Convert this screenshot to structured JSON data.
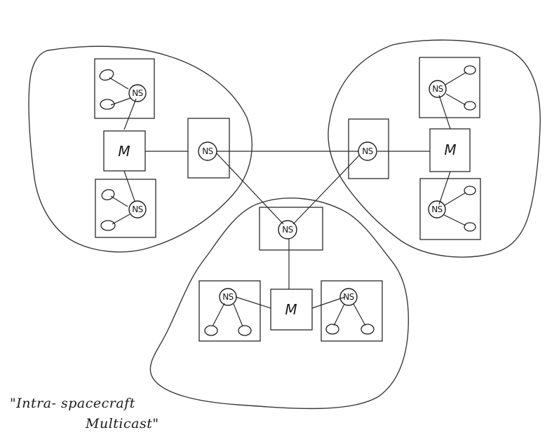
{
  "diagram": {
    "node_labels": {
      "name_server": "NS",
      "multicast_hub": "M"
    },
    "caption": {
      "line1": "\"Intra- spacecraft",
      "line2": "Multicast\""
    }
  }
}
